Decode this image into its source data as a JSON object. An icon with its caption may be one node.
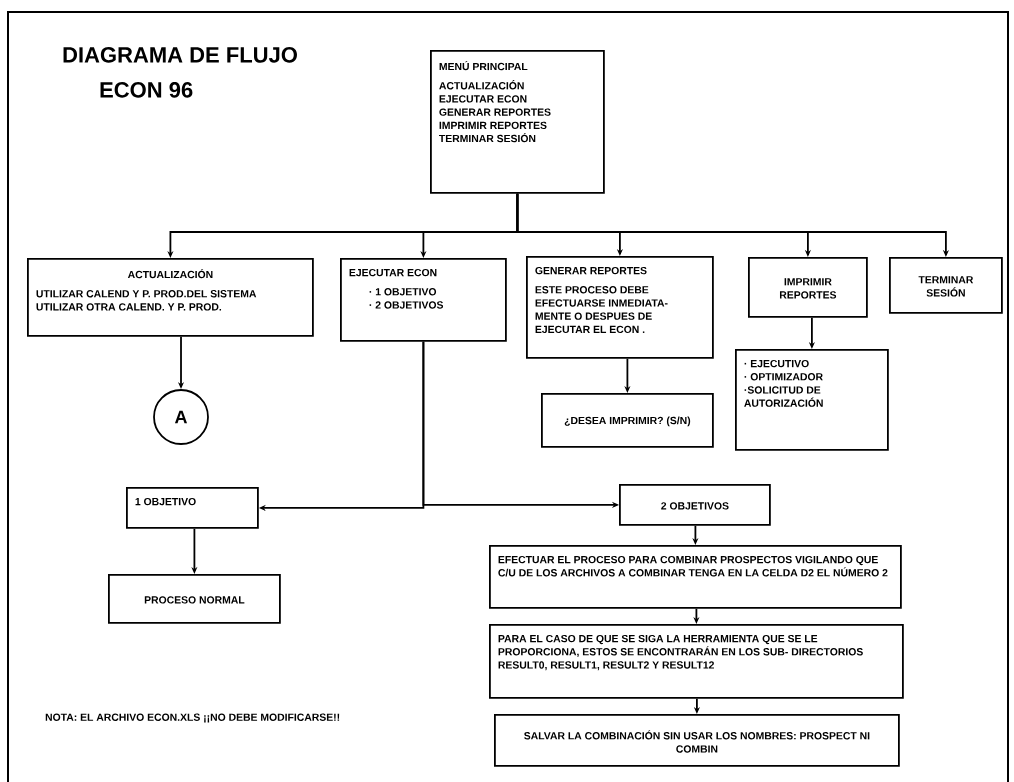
{
  "diagram": {
    "title": "DIAGRAMA DE FLUJO",
    "nodes": [
      {
        "text": [
          "MENÚ PRINCIPAL",
          "ACTUALIZACIÓN",
          "EJECUTAR ECON",
          "GENERAR REPORTES",
          "IMPRIMIR REPORTES",
          "TERMINAR SESIÓN"
        ]
      },
      {
        "text": [
          "ACTUALIZACIÓN",
          "UTILIZAR CALEND Y P. PROD.DEL SISTEMA",
          "UTILIZAR OTRA CALEND. Y P. PROD."
        ]
      },
      {
        "text": [
          "EJECUTAR ECON",
          "· 1 OBJETIVO",
          "· 2 OBJETIVOS"
        ]
      },
      {
        "text": [
          "GENERAR REPORTES",
          "ESTE PROCESO DEBE EFECTUARSE INMEDIATA- MENTE O DESPUES DE EJECUTAR EL ECON ."
        ]
      },
      {
        "text": [
          "IMPRIMIR REPORTES"
        ]
      },
      {
        "text": [
          "TERMINAR SESIÓN"
        ]
      },
      {
        "text": [
          "A"
        ]
      },
      {
        "text": [
          "¿DESEA IMPRIMIR? (S/N)"
        ]
      },
      {
        "text": [
          "· EJECUTIVO",
          "· OPTIMIZADOR",
          "·SOLICITUD DE AUTORIZACIÓN"
        ]
      },
      {
        "text": [
          "1 OBJETIVO"
        ]
      },
      {
        "text": [
          "2 OBJETIVOS"
        ]
      },
      {
        "text": [
          "PROCESO NORMAL"
        ]
      },
      {
        "text": [
          "EFECTUAR EL PROCESO PARA COMBINAR PROSPECTOS VIGILANDO QUE C/U DE LOS ARCHIVOS A COMBINAR TENGA EN LA CELDA D2 EL NÚMERO 2"
        ]
      },
      {
        "text": [
          "PARA EL CASO DE QUE SE SIGA LA HERRAMIENTA QUE SE LE PROPORCIONA, ESTOS SE ENCONTRARÁN EN LOS SUB- DIRECTORIOS RESULT0, RESULT1, RESULT2 Y RESULT12"
        ]
      },
      {
        "text": [
          "SALVAR LA COMBINACIÓN SIN USAR LOS NOMBRES: PROSPECT NI COMBIN"
        ]
      }
    ],
    "edges": [
      {
        "from": 0,
        "to": 1,
        "arrow": "to"
      },
      {
        "from": 0,
        "to": 2,
        "arrow": "to"
      },
      {
        "from": 0,
        "to": 3,
        "arrow": "to"
      },
      {
        "from": 0,
        "to": 4,
        "arrow": "to"
      },
      {
        "from": 0,
        "to": 5,
        "arrow": "to"
      },
      {
        "from": 1,
        "to": 6,
        "arrow": "to"
      },
      {
        "from": 3,
        "to": 7,
        "arrow": "to"
      },
      {
        "from": 4,
        "to": 8,
        "arrow": "to"
      },
      {
        "from": 2,
        "to": 9,
        "arrow": "to"
      },
      {
        "from": 2,
        "to": 10,
        "arrow": "to"
      },
      {
        "from": 9,
        "to": 11,
        "arrow": "to"
      },
      {
        "from": 10,
        "to": 12,
        "arrow": "to"
      },
      {
        "from": 12,
        "to": 13,
        "arrow": "to"
      },
      {
        "from": 13,
        "to": 14,
        "arrow": "to"
      }
    ],
    "labels": [
      "ECON 96",
      "NOTA: EL ARCHIVO ECON.XLS ¡¡NO DEBE MODIFICARSE!!"
    ]
  }
}
